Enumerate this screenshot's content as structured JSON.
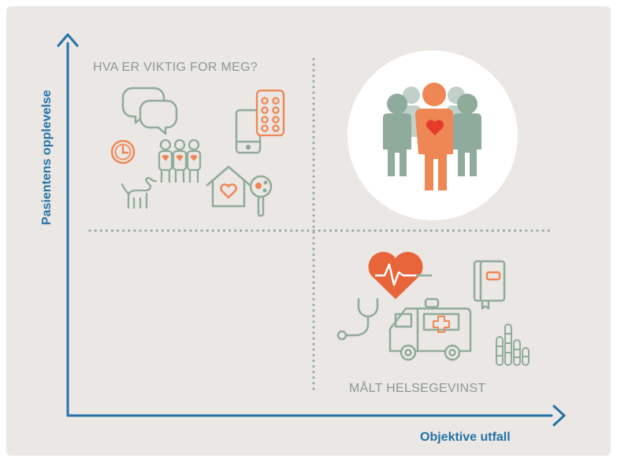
{
  "diagram": {
    "y_axis_label": "Pasientens opplevelse",
    "x_axis_label": "Objektive utfall",
    "top_left_title": "HVA ER VIKTIG FOR MEG?",
    "bottom_right_title": "MÅLT HELSEGEVINST"
  },
  "colors": {
    "background": "#ebe7e4",
    "axis": "#2473a8",
    "green_gray": "#8fab9c",
    "orange": "#ef8754",
    "red": "#e53b2c",
    "divider": "#8fab9c"
  },
  "icons": [
    "speech-bubbles-icon",
    "clock-icon",
    "dog-icon",
    "family-icon",
    "phone-icon",
    "pill-pack-icon",
    "house-heart-icon",
    "magnifier-icon",
    "people-group-icon",
    "heart-rate-icon",
    "stethoscope-icon",
    "ambulance-icon",
    "journal-icon",
    "bar-stacks-icon"
  ]
}
